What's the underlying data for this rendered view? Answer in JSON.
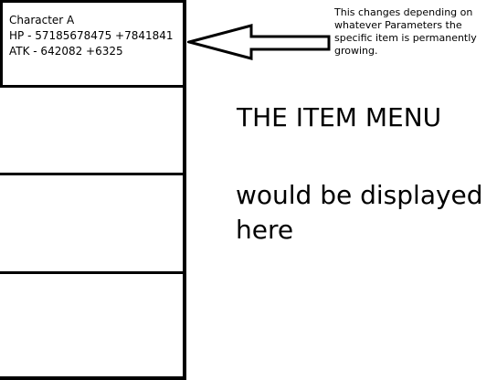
{
  "character_panel": {
    "name": "Character A",
    "hp_line": "HP - 57185678475 +7841841",
    "atk_line": "ATK - 642082 +6325"
  },
  "annotation": {
    "note": "This changes depending on whatever Parameters the specific item is permanently growing."
  },
  "item_menu": {
    "heading": "THE ITEM MENU",
    "description": "would be displayed here"
  },
  "colors": {
    "ink": "#000000",
    "background": "#ffffff"
  }
}
